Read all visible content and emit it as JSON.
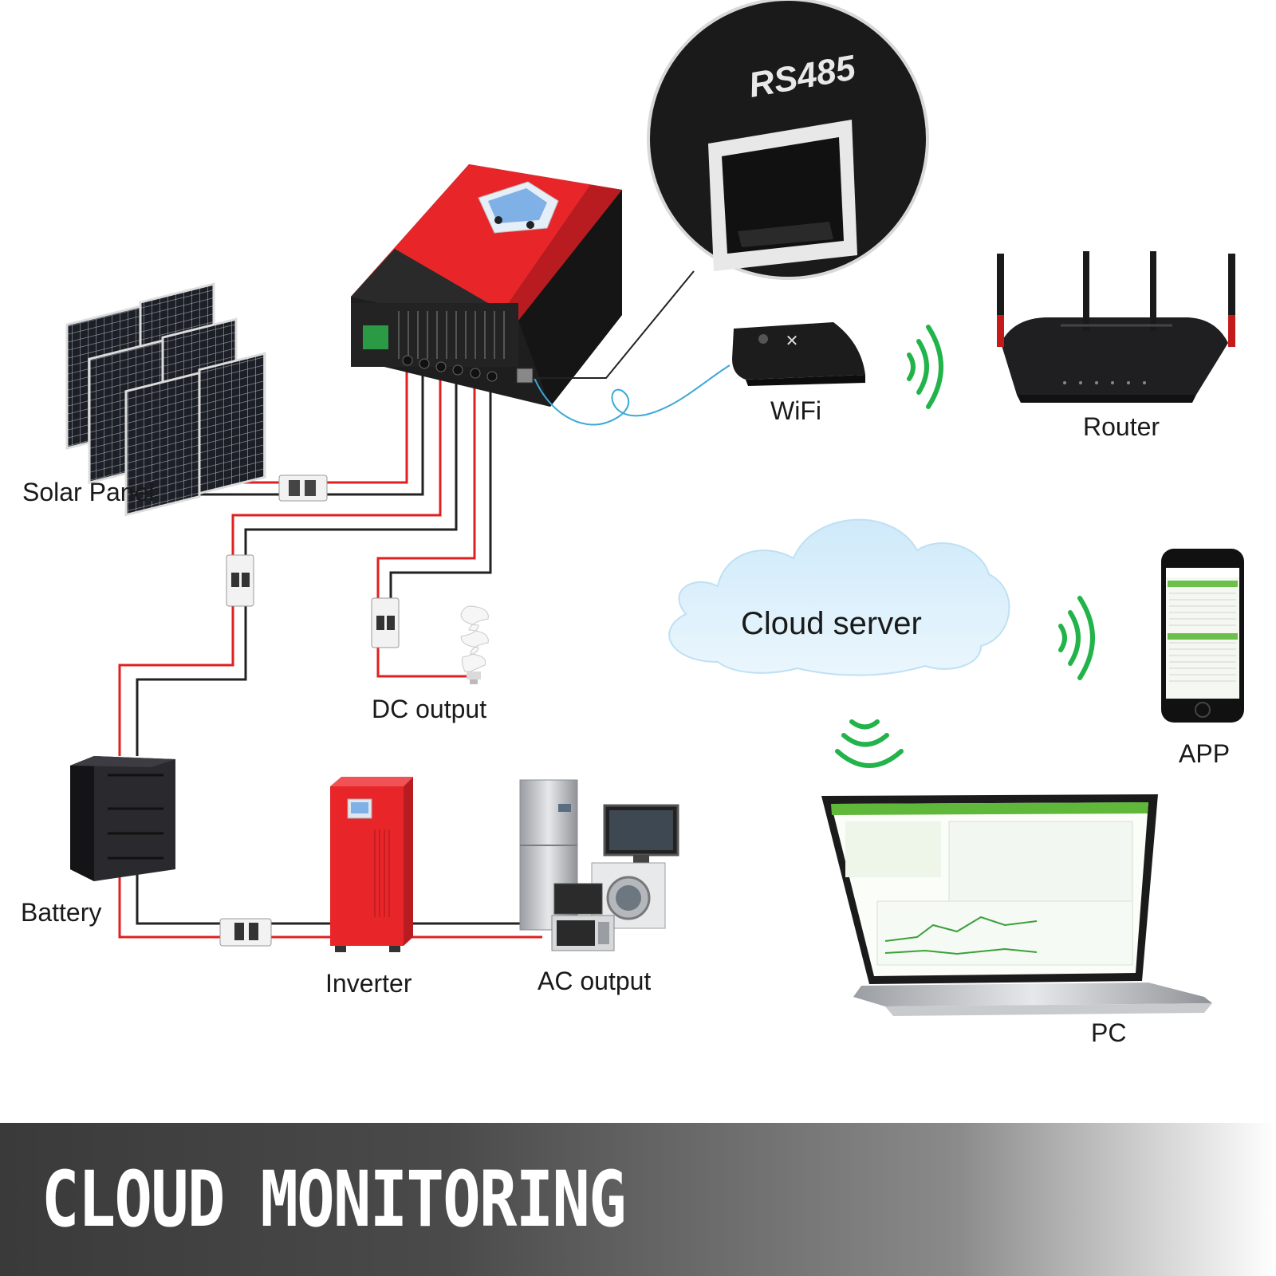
{
  "labels": {
    "solar_panel": "Solar Panel",
    "battery": "Battery",
    "dc_output": "DC output",
    "inverter": "Inverter",
    "ac_output": "AC output",
    "wifi": "WiFi",
    "router": "Router",
    "cloud_server": "Cloud server",
    "app": "APP",
    "pc": "PC",
    "port": "RS485"
  },
  "banner": {
    "title": "CLOUD MONITORING"
  },
  "colors": {
    "wire_positive": "#e02020",
    "wire_negative": "#222222",
    "data_cable": "#3aa8d8",
    "signal": "#22b34a",
    "controller_red": "#e8262a",
    "inverter_red": "#e8262a"
  }
}
